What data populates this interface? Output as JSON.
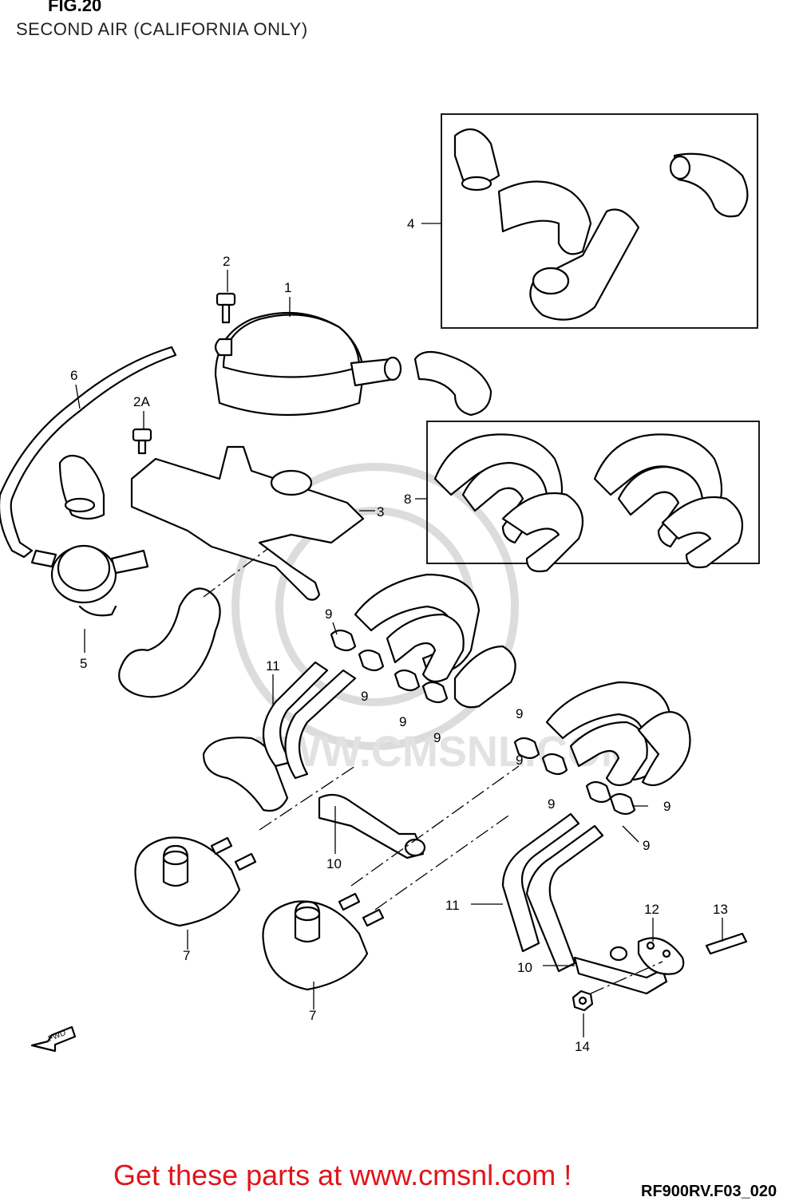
{
  "figure": {
    "title": "FIG.20",
    "subtitle": "SECOND AIR (CALIFORNIA ONLY)"
  },
  "watermark": {
    "text": "WWW.CMSNL.COM"
  },
  "fwd_indicator": "FWD",
  "callouts": [
    "1",
    "2",
    "2A",
    "3",
    "4",
    "5",
    "6",
    "7",
    "7",
    "8",
    "9",
    "9",
    "9",
    "9",
    "9",
    "9",
    "9",
    "9",
    "9",
    "10",
    "10",
    "11",
    "11",
    "12",
    "13",
    "14"
  ],
  "footer": {
    "link_text": "Get these parts at www.cmsnl.com !",
    "drawing_code": "RF900RV.F03_020"
  },
  "colors": {
    "link": "#e0151b",
    "line": "#000000",
    "watermark": "#dcdcdc"
  }
}
